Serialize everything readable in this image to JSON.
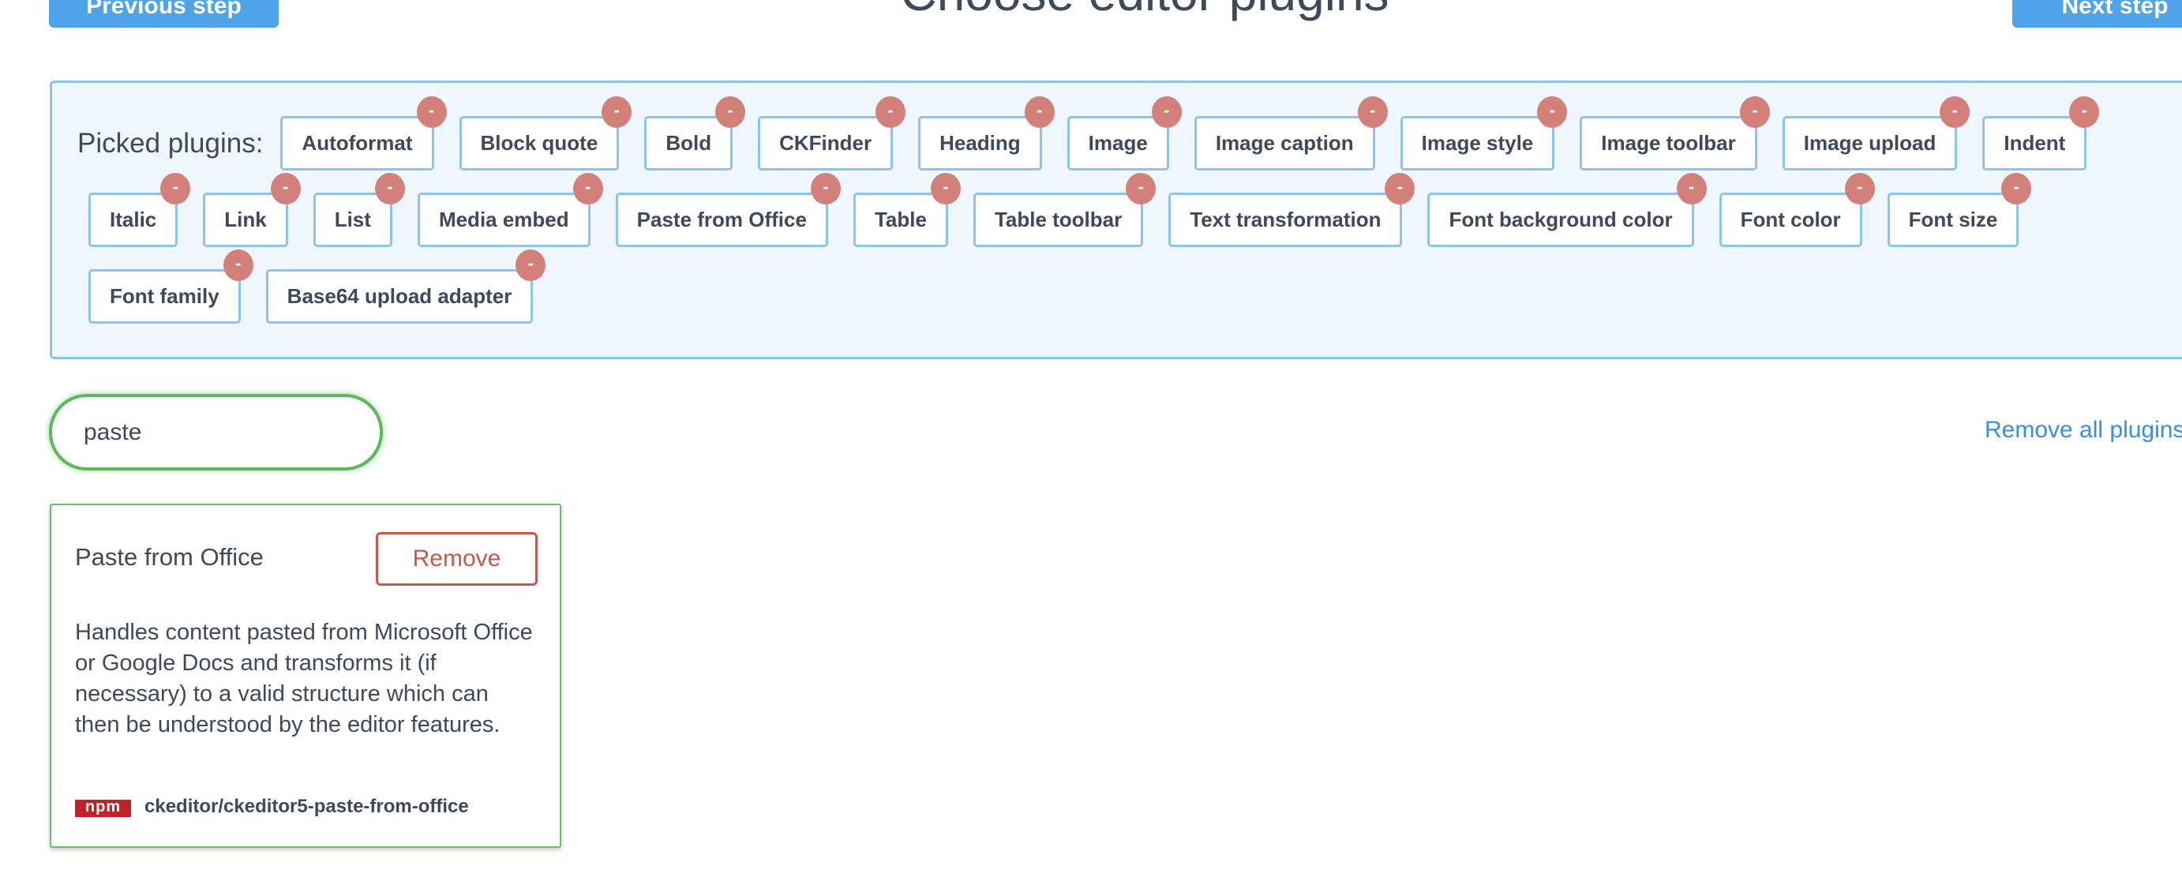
{
  "header": {
    "previous_label": "Previous step",
    "title": "Choose editor plugins",
    "next_label": "Next step"
  },
  "picked": {
    "label": "Picked plugins:",
    "remove_symbol": "-",
    "plugins": [
      "Autoformat",
      "Block quote",
      "Bold",
      "CKFinder",
      "Heading",
      "Image",
      "Image caption",
      "Image style",
      "Image toolbar",
      "Image upload",
      "Indent",
      "Italic",
      "Link",
      "List",
      "Media embed",
      "Paste from Office",
      "Table",
      "Table toolbar",
      "Text transformation",
      "Font background color",
      "Font color",
      "Font size",
      "Font family",
      "Base64 upload adapter"
    ]
  },
  "search": {
    "value": "paste"
  },
  "remove_all_label": "Remove all plugins",
  "result": {
    "title": "Paste from Office",
    "remove_label": "Remove",
    "description": "Handles content pasted from Microsoft Office or Google Docs and transforms it (if necessary) to a valid structure which can then be understood by the editor features.",
    "npm_logo": "npm",
    "package": "ckeditor/ckeditor5-paste-from-office"
  },
  "colors": {
    "primary": "#4fa3e8",
    "panel_bg": "#eff6fd",
    "chip_border": "#8cc4ee",
    "badge": "#d4807a",
    "success": "#5cb85c",
    "danger": "#c9574f",
    "link": "#3a8fdc"
  }
}
